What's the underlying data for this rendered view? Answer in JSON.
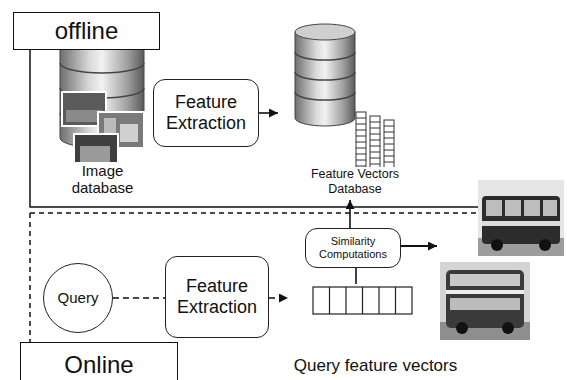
{
  "diagram": {
    "nodes": [
      {
        "text": [
          "offline"
        ]
      },
      {
        "text": [
          "Image database"
        ]
      },
      {
        "text": [
          "Feature Extraction"
        ]
      },
      {
        "text": [
          "Feature Vectors Database"
        ]
      },
      {
        "text": [
          "Query"
        ]
      },
      {
        "text": [
          "Feature Extraction"
        ]
      },
      {
        "text": [
          "Query feature vectors"
        ]
      },
      {
        "text": [
          "Similarity Computations"
        ]
      },
      {
        "text": [
          "Online"
        ]
      }
    ],
    "edges": [
      {
        "from": 2,
        "to": 3,
        "arrow": "to"
      },
      {
        "from": 4,
        "to": 5,
        "arrow": "none"
      },
      {
        "from": 5,
        "to": 6,
        "arrow": "to"
      },
      {
        "from": 6,
        "to": 7,
        "arrow": "none"
      },
      {
        "from": 7,
        "to": 3,
        "arrow": "to"
      }
    ]
  }
}
